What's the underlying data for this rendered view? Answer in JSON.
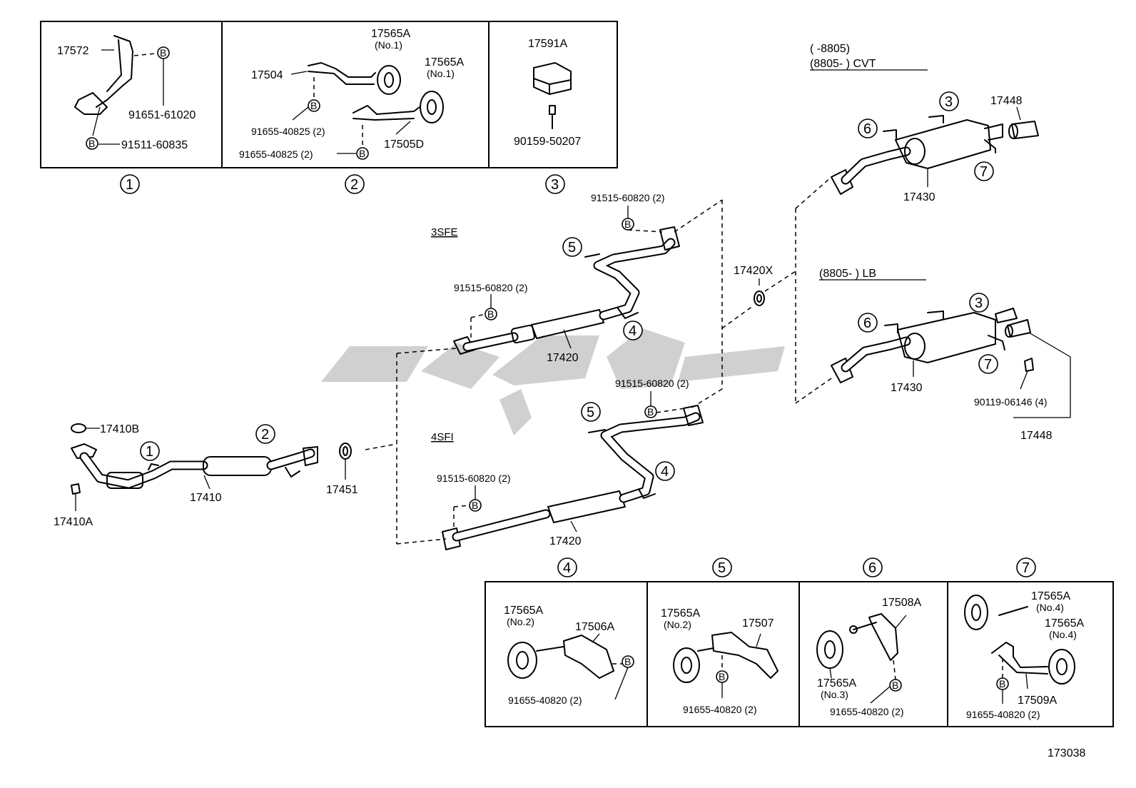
{
  "sheet_id": "173038",
  "engine_labels": {
    "upper": "3SFE",
    "lower": "4SFI"
  },
  "variants": {
    "cvt_line1": "(        -8805)",
    "cvt_line2": "(8805-          ) CVT",
    "lb_line": "(8805-          ) LB"
  },
  "callouts": [
    "1",
    "2",
    "3",
    "4",
    "5",
    "6",
    "7"
  ],
  "bolt_symbol": "B",
  "box1": {
    "p17572": "17572",
    "p91651": "91651-61020",
    "p91511": "91511-60835"
  },
  "box2": {
    "p17504": "17504",
    "p17565a": "17565A",
    "no1": "(No.1)",
    "p17505d": "17505D",
    "p91655": "91655-40825 (2)"
  },
  "box3": {
    "p17591a": "17591A",
    "p90159": "90159-50207"
  },
  "box4": {
    "p17565a": "17565A",
    "no2": "(No.2)",
    "p17506a": "17506A",
    "p91655": "91655-40820 (2)"
  },
  "box5": {
    "p17565a": "17565A",
    "no2": "(No.2)",
    "p17507": "17507",
    "p91655": "91655-40820 (2)"
  },
  "box6": {
    "p17508a": "17508A",
    "p17565a": "17565A",
    "no3": "(No.3)",
    "p91655": "91655-40820 (2)"
  },
  "box7": {
    "p17565a": "17565A",
    "no4": "(No.4)",
    "p17509a": "17509A",
    "p91655": "91655-40820 (2)"
  },
  "main": {
    "p17410b": "17410B",
    "p17410": "17410",
    "p17410a": "17410A",
    "p17451": "17451",
    "p17420": "17420",
    "p17420x": "17420X",
    "p17430": "17430",
    "p17448": "17448",
    "p91515": "91515-60820 (2)",
    "p90119": "90119-06146 (4)"
  }
}
